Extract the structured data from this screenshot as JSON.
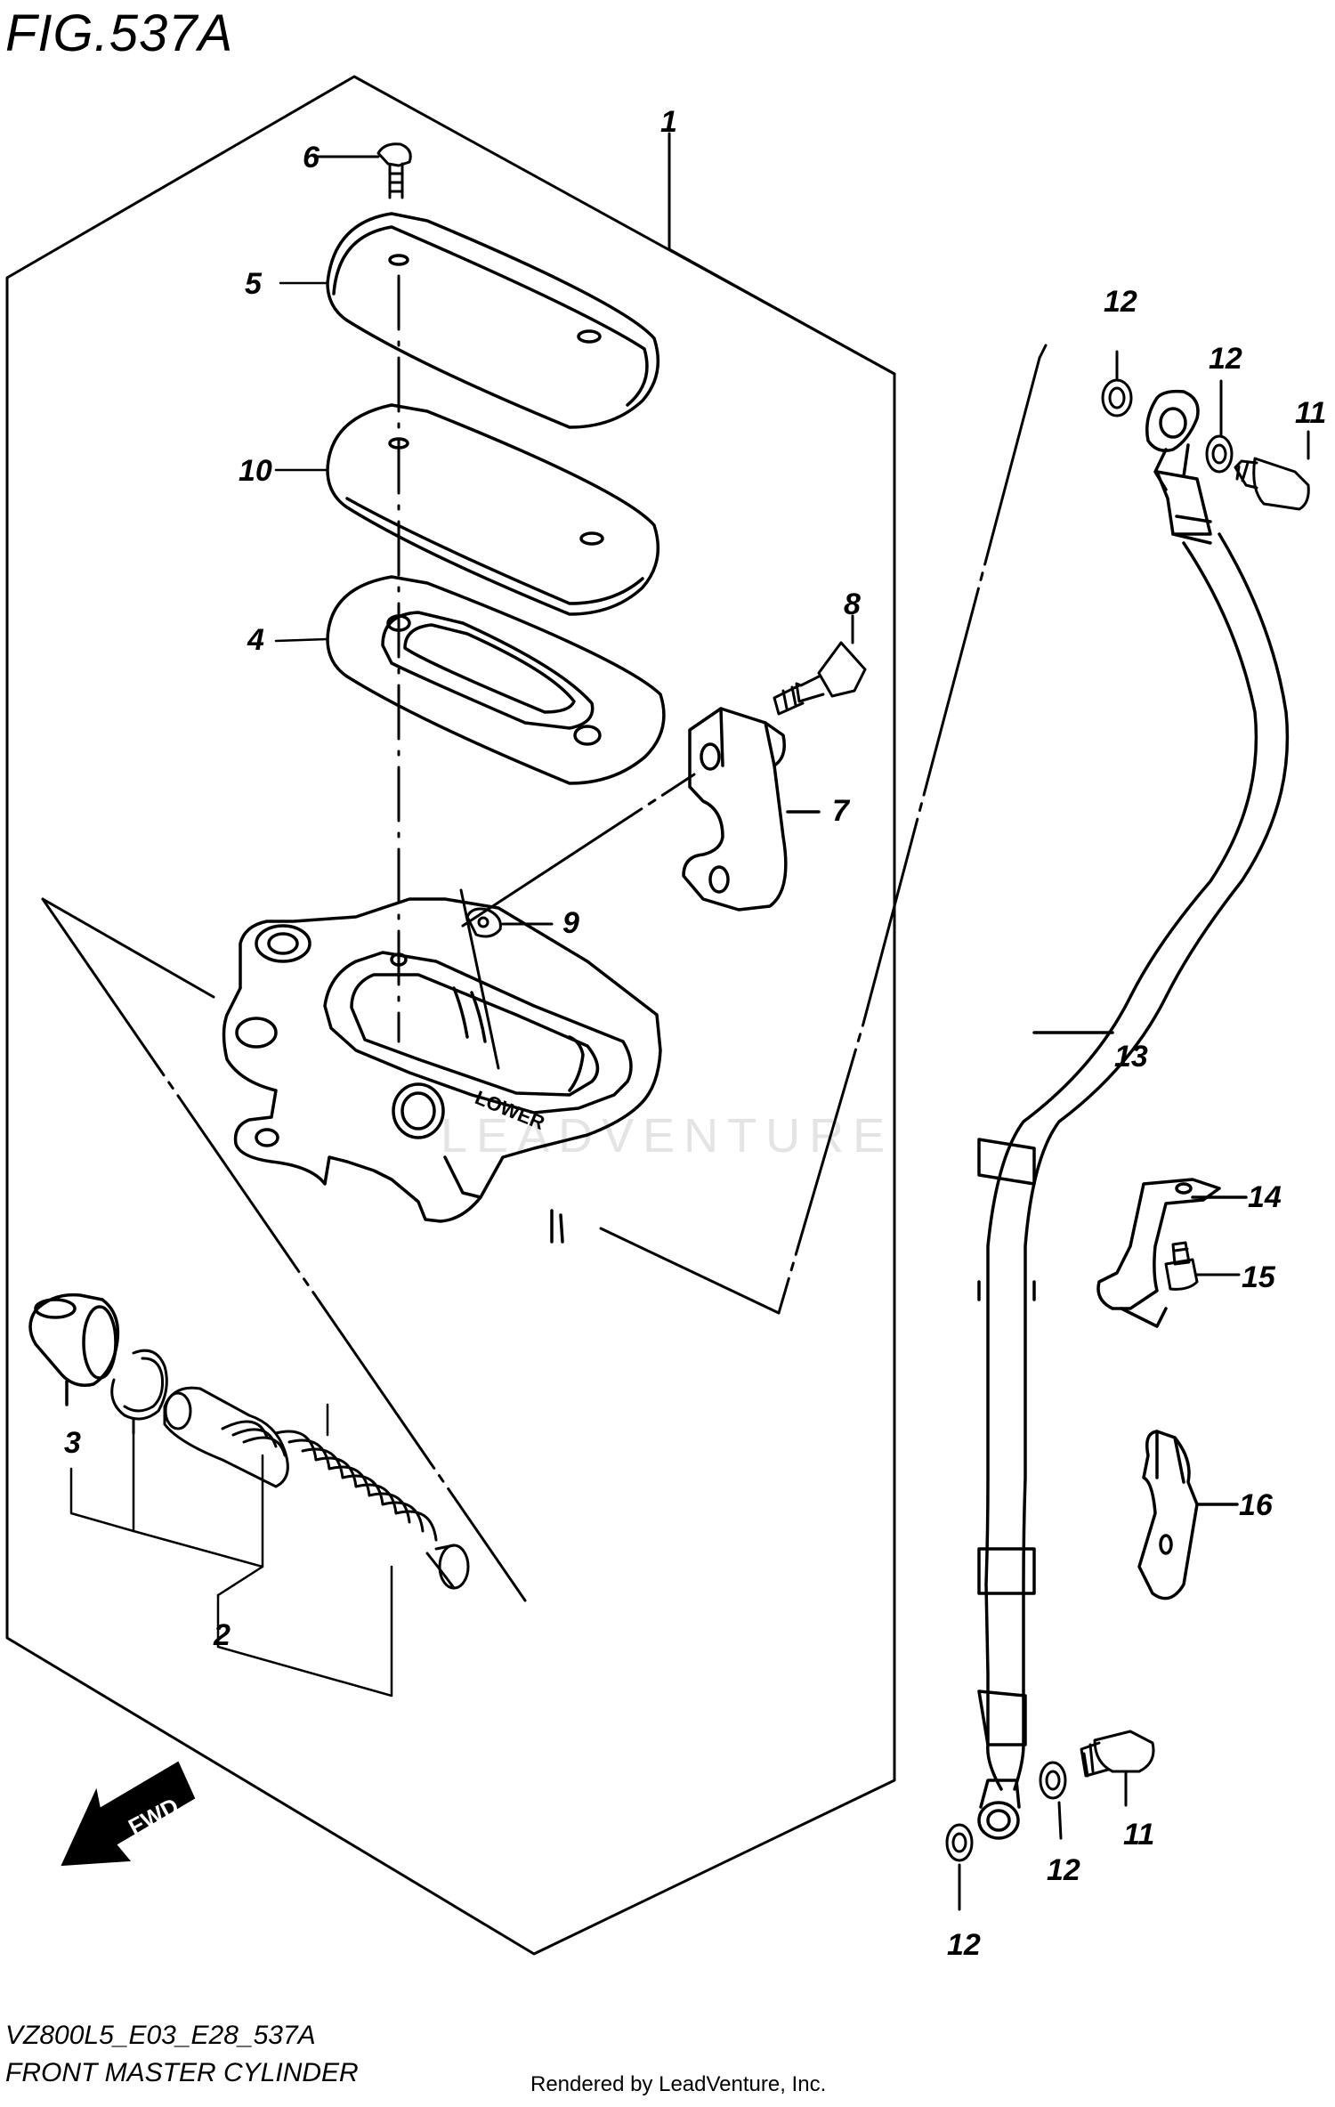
{
  "figure": {
    "title": "FIG.537A",
    "code": "VZ800L5_E03_E28_537A",
    "name": "FRONT MASTER CYLINDER",
    "credit": "Rendered by LeadVenture, Inc.",
    "watermark": "LEADVENTURE",
    "direction_label": "FWD"
  },
  "callouts": [
    {
      "id": "c1",
      "label": "1"
    },
    {
      "id": "c2",
      "label": "2"
    },
    {
      "id": "c3",
      "label": "3"
    },
    {
      "id": "c4",
      "label": "4"
    },
    {
      "id": "c5",
      "label": "5"
    },
    {
      "id": "c6",
      "label": "6"
    },
    {
      "id": "c7",
      "label": "7"
    },
    {
      "id": "c8",
      "label": "8"
    },
    {
      "id": "c9",
      "label": "9"
    },
    {
      "id": "c10",
      "label": "10"
    },
    {
      "id": "c11a",
      "label": "11"
    },
    {
      "id": "c11b",
      "label": "11"
    },
    {
      "id": "c12a",
      "label": "12"
    },
    {
      "id": "c12b",
      "label": "12"
    },
    {
      "id": "c12c",
      "label": "12"
    },
    {
      "id": "c12d",
      "label": "12"
    },
    {
      "id": "c13",
      "label": "13"
    },
    {
      "id": "c14",
      "label": "14"
    },
    {
      "id": "c15",
      "label": "15"
    },
    {
      "id": "c16",
      "label": "16"
    }
  ],
  "part_text": {
    "lower_mark": "LOWER"
  }
}
